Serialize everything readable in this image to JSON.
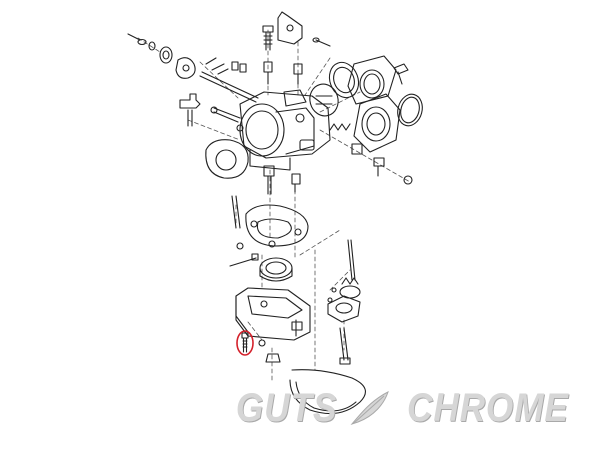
{
  "logo": {
    "brand_left": "GUTS",
    "brand_right": "CHROME",
    "icon": "feather-icon"
  },
  "colors": {
    "line": "#222222",
    "leader": "#555555",
    "highlight": "#d4202a",
    "logo_fill": "#d6d6d6",
    "logo_shadow": "#a9a9a9"
  },
  "highlighted_part": "pilot-jet-screw"
}
